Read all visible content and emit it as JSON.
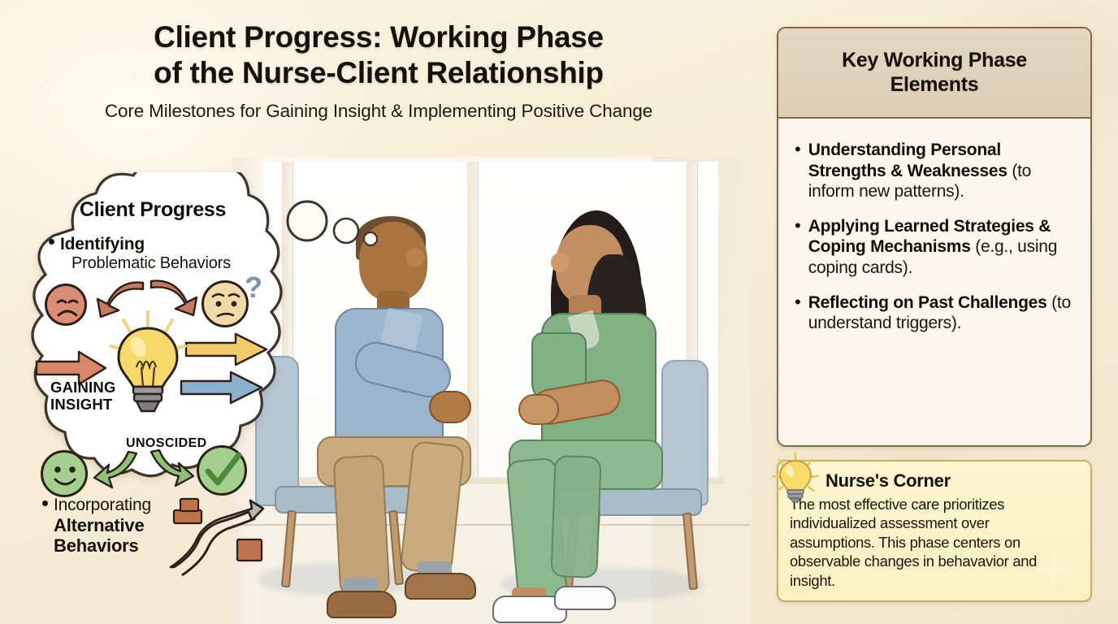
{
  "page": {
    "background_color": "#f7eed6",
    "title_line1": "Client Progress: Working Phase",
    "title_line2": "of the Nurse-Client Relationship",
    "subtitle": "Core Milestones for Gaining Insight & Implementing Positive Change"
  },
  "thought_bubble": {
    "heading": "Client Progress",
    "item1_bold": "Identifying",
    "item1_regular": "Problematic Behaviors",
    "label_gaining_line1": "GAINING",
    "label_gaining_line2": "INSIGHT",
    "label_unoscided": "UNOSCIDED",
    "item2_regular": "Incorporating",
    "item2_bold_line1": "Alternative",
    "item2_bold_line2": "Behaviors",
    "question_mark": "?",
    "icons": [
      "sad-face-icon",
      "curved-arrow-left-icon",
      "curved-arrow-right-icon",
      "thinking-face-icon",
      "question-mark-icon",
      "red-arrow-right-icon",
      "lightbulb-icon",
      "yellow-arrow-right-icon",
      "blue-arrow-right-icon",
      "smiley-face-icon",
      "green-arrow-down-left-icon",
      "green-arrow-down-right-icon",
      "green-check-circle-icon",
      "winding-path-icon",
      "brick-obstacle-icon"
    ]
  },
  "illustration": {
    "alt": "Nurse in green scrubs and client in blue shirt seated facing each other in front of a window",
    "client": {
      "shirt_color": "#9db6cf",
      "pants_color": "#c9ab7d",
      "shoe_color": "#9a6b42"
    },
    "nurse": {
      "scrubs_color": "#82b184",
      "shoe_color": "#ffffff",
      "hair_color": "#231c19"
    },
    "chair_color": "#b4c6d2",
    "chair_leg_color": "#c19a6e"
  },
  "sidebar": {
    "header_title_line1": "Key Working Phase",
    "header_title_line2": "Elements",
    "header_bg": "#e0d2bb",
    "border_color": "#85684a",
    "bullet_glyph": "•",
    "items": [
      {
        "bold": "Understanding Personal Strengths & Weaknesses",
        "regular": " (to inform new patterns)."
      },
      {
        "bold": "Applying Learned Strategies & Coping Mechanisms",
        "regular": " (e.g., using coping cards)."
      },
      {
        "bold": "Reflecting on Past Challenges",
        "regular": " (to understand triggers)."
      }
    ]
  },
  "nurse_corner": {
    "title": "Nurse's Corner",
    "body": "The most effective care prioritizes individualized assessment over assumptions. This phase centers on observable changes in behavavior and insight.",
    "bg": "#faf0c8",
    "border_color": "#c9ae5e",
    "icon": "lightbulb-icon"
  }
}
